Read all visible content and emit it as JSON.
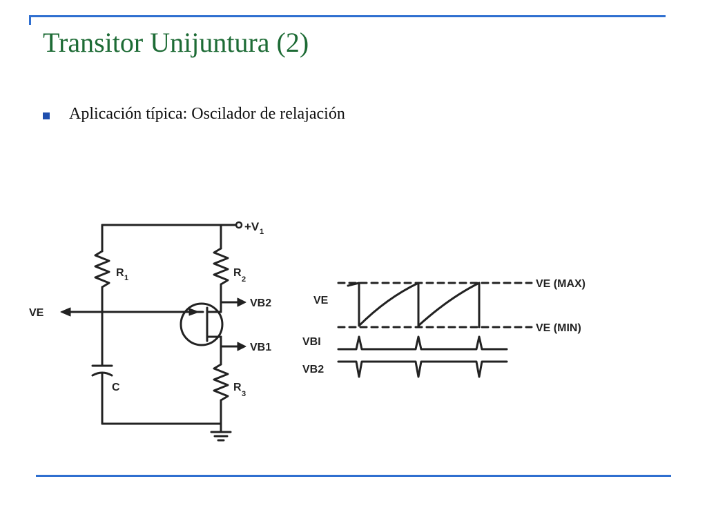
{
  "slide": {
    "title": "Transitor Unijuntura (2)",
    "bullet": "Aplicación típica: Oscilador de relajación"
  },
  "circuit": {
    "supply_label": "+V",
    "supply_sub": "1",
    "r1_label": "R",
    "r1_sub": "1",
    "r2_label": "R",
    "r2_sub": "2",
    "r3_label": "R",
    "r3_sub": "3",
    "c_label": "C",
    "ve_label": "VE",
    "vb2_label": "VB2",
    "vb1_label": "VB1"
  },
  "waveforms": {
    "ve_label": "VE",
    "vb1_label": "VBI",
    "vb2_label": "VB2",
    "ve_max_label": "VE (MAX)",
    "ve_min_label": "VE (MIN)"
  },
  "colors": {
    "title": "#1d6b35",
    "rule": "#2f6fd0",
    "bullet": "#1f4fae",
    "ink": "#222222"
  }
}
